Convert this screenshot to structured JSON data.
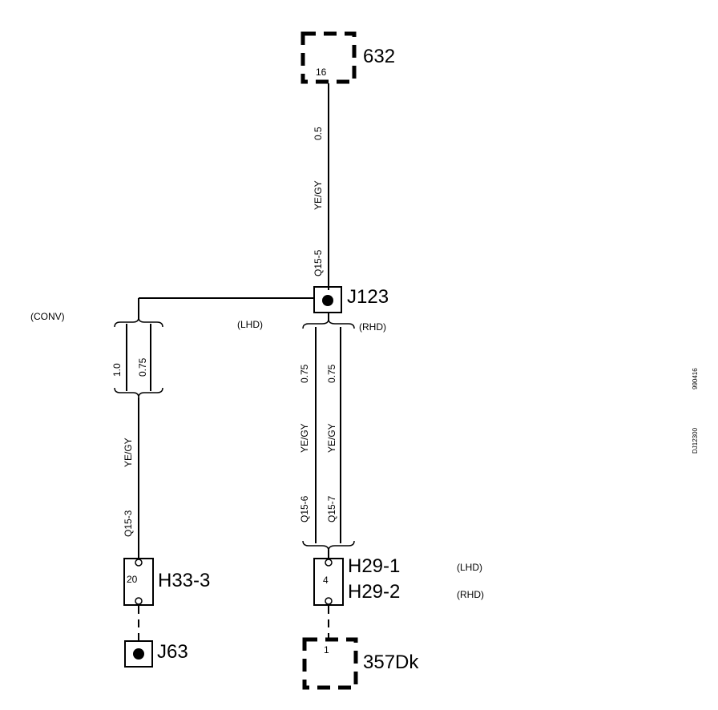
{
  "components": {
    "c632": {
      "label": "632",
      "pin": "16"
    },
    "j123": {
      "label": "J123"
    },
    "h33": {
      "label": "H33-3",
      "pin": "20"
    },
    "j63": {
      "label": "J63"
    },
    "h29": {
      "label1": "H29-1",
      "label2": "H29-2",
      "pin": "4",
      "note1": "(LHD)",
      "note2": "(RHD)"
    },
    "c357": {
      "label": "357Dk",
      "pin": "1"
    }
  },
  "wires": {
    "top": {
      "size": "0.5",
      "color": "YE/GY",
      "circuit": "Q15-5"
    },
    "left": {
      "size_a": "1.0",
      "size_b": "0.75",
      "color": "YE/GY",
      "circuit": "Q15-3",
      "variant": "(CONV)"
    },
    "lhd": {
      "size": "0.75",
      "color": "YE/GY",
      "circuit": "Q15-6",
      "variant": "(LHD)"
    },
    "rhd": {
      "size": "0.75",
      "color": "YE/GY",
      "circuit": "Q15-7",
      "variant": "(RHD)"
    }
  },
  "margin_codes": {
    "code1": "990416",
    "code2": "DJ12300"
  }
}
